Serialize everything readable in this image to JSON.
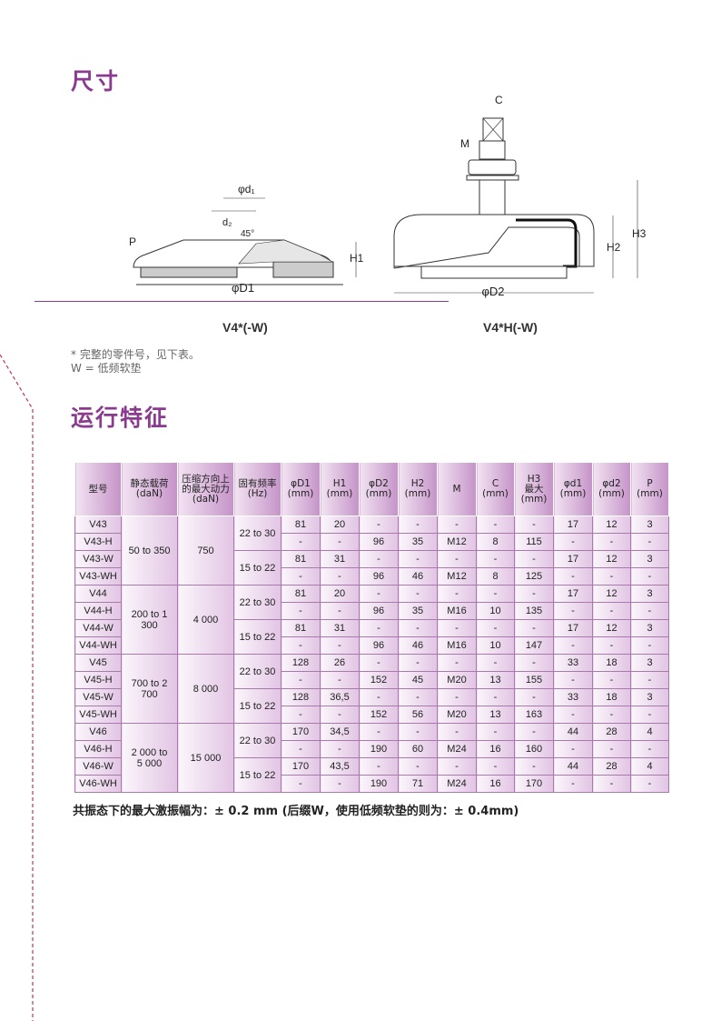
{
  "section1_title": "尺寸",
  "drawing1": {
    "caption": "V4*(-W)",
    "labels": {
      "d1": "φd₁",
      "d2": "d₂",
      "angle": "45°",
      "p": "P",
      "h1": "H1",
      "D1": "φD1"
    }
  },
  "drawing2": {
    "caption": "V4*H(-W)",
    "labels": {
      "c": "C",
      "m": "M",
      "h2": "H2",
      "h3": "H3",
      "D2": "φD2"
    }
  },
  "notes": [
    "* 完整的零件号，见下表。",
    "W = 低频软垫"
  ],
  "section2_title": "运行特征",
  "table": {
    "headers": [
      "型号",
      "静态载荷\n(daN)",
      "压缩方向上\n的最大动力\n(daN)",
      "固有频率\n(Hz)",
      "φD1\n(mm)",
      "H1\n(mm)",
      "φD2\n(mm)",
      "H2\n(mm)",
      "M",
      "C\n(mm)",
      "H3\n最大\n(mm)",
      "φd1\n(mm)",
      "φd2\n(mm)",
      "P\n(mm)"
    ],
    "groups": [
      {
        "static": "50 to 350",
        "dyn": "750",
        "freqs": [
          "22 to 30",
          "15 to 22"
        ],
        "rows": [
          [
            "V43",
            "81",
            "20",
            "-",
            "-",
            "-",
            "-",
            "-",
            "17",
            "12",
            "3"
          ],
          [
            "V43-H",
            "-",
            "-",
            "96",
            "35",
            "M12",
            "8",
            "115",
            "-",
            "-",
            "-"
          ],
          [
            "V43-W",
            "81",
            "31",
            "-",
            "-",
            "-",
            "-",
            "-",
            "17",
            "12",
            "3"
          ],
          [
            "V43-WH",
            "-",
            "-",
            "96",
            "46",
            "M12",
            "8",
            "125",
            "-",
            "-",
            "-"
          ]
        ]
      },
      {
        "static": "200 to 1 300",
        "dyn": "4 000",
        "freqs": [
          "22 to 30",
          "15 to 22"
        ],
        "rows": [
          [
            "V44",
            "81",
            "20",
            "-",
            "-",
            "-",
            "-",
            "-",
            "17",
            "12",
            "3"
          ],
          [
            "V44-H",
            "-",
            "-",
            "96",
            "35",
            "M16",
            "10",
            "135",
            "-",
            "-",
            "-"
          ],
          [
            "V44-W",
            "81",
            "31",
            "-",
            "-",
            "-",
            "-",
            "-",
            "17",
            "12",
            "3"
          ],
          [
            "V44-WH",
            "-",
            "-",
            "96",
            "46",
            "M16",
            "10",
            "147",
            "-",
            "-",
            "-"
          ]
        ]
      },
      {
        "static": "700 to 2 700",
        "dyn": "8 000",
        "freqs": [
          "22 to 30",
          "15 to 22"
        ],
        "rows": [
          [
            "V45",
            "128",
            "26",
            "-",
            "-",
            "-",
            "-",
            "-",
            "33",
            "18",
            "3"
          ],
          [
            "V45-H",
            "-",
            "-",
            "152",
            "45",
            "M20",
            "13",
            "155",
            "-",
            "-",
            "-"
          ],
          [
            "V45-W",
            "128",
            "36,5",
            "-",
            "-",
            "-",
            "-",
            "-",
            "33",
            "18",
            "3"
          ],
          [
            "V45-WH",
            "-",
            "-",
            "152",
            "56",
            "M20",
            "13",
            "163",
            "-",
            "-",
            "-"
          ]
        ]
      },
      {
        "static": "2 000 to\n5 000",
        "dyn": "15 000",
        "freqs": [
          "22 to 30",
          "15 to 22"
        ],
        "rows": [
          [
            "V46",
            "170",
            "34,5",
            "-",
            "-",
            "-",
            "-",
            "-",
            "44",
            "28",
            "4"
          ],
          [
            "V46-H",
            "-",
            "-",
            "190",
            "60",
            "M24",
            "16",
            "160",
            "-",
            "-",
            "-"
          ],
          [
            "V46-W",
            "170",
            "43,5",
            "-",
            "-",
            "-",
            "-",
            "-",
            "44",
            "28",
            "4"
          ],
          [
            "V46-WH",
            "-",
            "-",
            "190",
            "71",
            "M24",
            "16",
            "170",
            "-",
            "-",
            "-"
          ]
        ]
      }
    ]
  },
  "footnote": "共振态下的最大激振幅为：± 0.2 mm (后缀W，使用低频软垫的则为：± 0.4mm)",
  "colors": {
    "accent": "#8a3b8f",
    "margin_line": "#c0306e"
  }
}
